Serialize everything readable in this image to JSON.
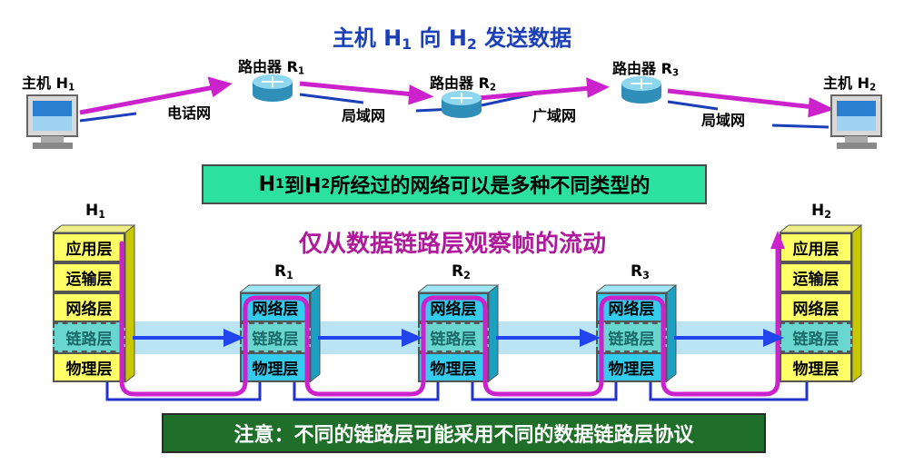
{
  "title": {
    "pre": "主机 H",
    "sub1": "1",
    "mid": " 向 H",
    "sub2": "2",
    "post": " 发送数据"
  },
  "top": {
    "host_h1": {
      "text": "主机 H",
      "sub": "1"
    },
    "host_h2": {
      "text": "主机 H",
      "sub": "2"
    },
    "r1": {
      "text": "路由器 R",
      "sub": "1"
    },
    "r2": {
      "text": "路由器 R",
      "sub": "2"
    },
    "r3": {
      "text": "路由器 R",
      "sub": "3"
    },
    "nets": [
      "电话网",
      "局域网",
      "广域网",
      "局域网"
    ]
  },
  "statement": {
    "a": "H",
    "a_sub": "1",
    "b": " 到H",
    "b_sub": "2",
    "c": " 所经过的网络可以是多种不同类型的"
  },
  "observe": "仅从数据链路层观察帧的流动",
  "stacks": {
    "h1_label": {
      "text": "H",
      "sub": "1"
    },
    "h2_label": {
      "text": "H",
      "sub": "2"
    },
    "r1_label": {
      "text": "R",
      "sub": "1"
    },
    "r2_label": {
      "text": "R",
      "sub": "2"
    },
    "r3_label": {
      "text": "R",
      "sub": "3"
    },
    "host_layers": [
      "应用层",
      "运输层",
      "网络层",
      "链路层",
      "物理层"
    ],
    "router_layers": [
      "网络层",
      "链路层",
      "物理层"
    ]
  },
  "note": "注意：不同的链路层可能采用不同的数据链路层协议",
  "colors": {
    "title": "#1a3fb8",
    "magenta": "#b0189c",
    "path": "#cc22cc",
    "blue_arrow": "#2244ee",
    "host_layer": "#ffff66",
    "router_layer": "#33ccee",
    "note_bg": "#1f6e2a",
    "statement_bg": "#2ce0a0"
  }
}
